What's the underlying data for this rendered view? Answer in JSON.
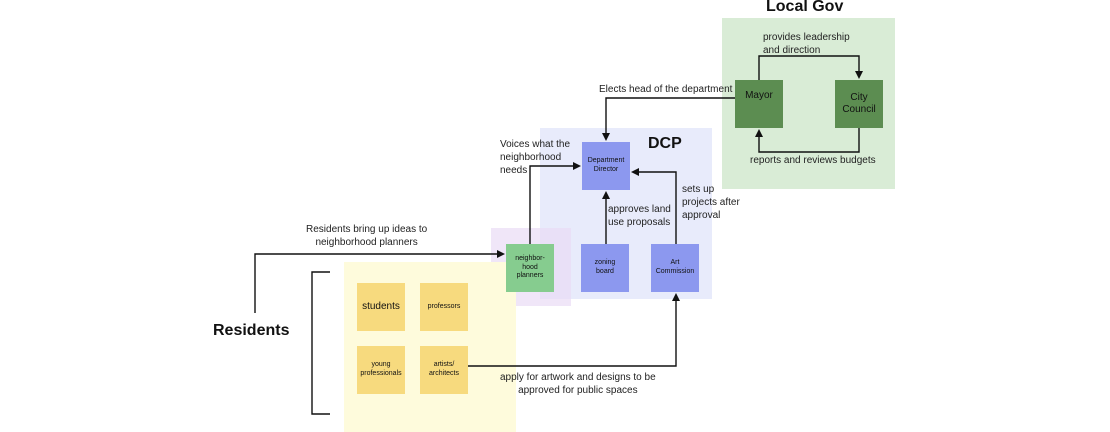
{
  "colors": {
    "local_gov_bg": "#d9ecd6",
    "dcp_bg": "#e8ebfb",
    "planner_zone_bg": "#eadcf5",
    "residents_bg": "#fefbdc",
    "gov_box": "#5c8d51",
    "dcp_box": "#8c98ef",
    "planner_box": "#86cc8f",
    "resident_box": "#f7da7e",
    "line": "#111111"
  },
  "titles": {
    "local_gov": "Local Gov",
    "dcp": "DCP",
    "residents": "Residents"
  },
  "nodes": {
    "mayor": "Mayor",
    "city_council": "City\nCouncil",
    "department_director": "Department\nDirector",
    "neighborhood_planners": "neighbor-\nhood\nplanners",
    "zoning_board": "zoning\nboard",
    "art_commission": "Art\nCommission",
    "students": "students",
    "professors": "professors",
    "young_professionals": "young\nprofessionals",
    "artists_architects": "artists/\narchitects"
  },
  "edge_labels": {
    "leadership": "provides leadership\nand direction",
    "elects": "Elects head of the department",
    "budgets": "reports and reviews budgets",
    "voices": "Voices what the\nneighborhood\nneeds",
    "land_use": "approves land\nuse proposals",
    "projects": "sets up\nprojects after\napproval",
    "ideas": "Residents bring up ideas to\nneighborhood planners",
    "artwork": "apply for artwork and designs to be\napproved for public spaces"
  }
}
